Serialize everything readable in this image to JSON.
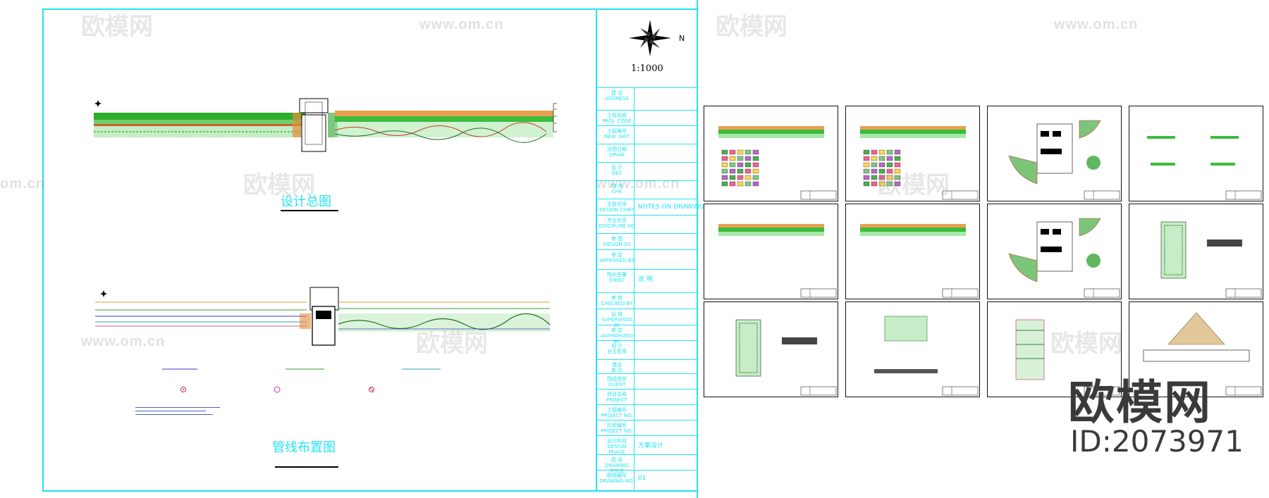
{
  "drawing": {
    "title_plan": "设计总图",
    "title_pipeline": "管线布置图",
    "scale": "1:1000",
    "north": "N"
  },
  "titleblock": {
    "rows": [
      {
        "label": "建  设\nADDRESS"
      },
      {
        "label": "工程名称\nPROJ. CODE"
      },
      {
        "label": "工程编号\nNEW. SHIT"
      },
      {
        "label": "出图日期\nDRAW"
      },
      {
        "label": "设  计\nDES"
      },
      {
        "label": "校  对\nCHK"
      },
      {
        "label": "主管总师\nDESIGN CHIEF",
        "value": "NOTES ON DRAWING"
      },
      {
        "label": "专业负责\nDISCIPLINE HD"
      },
      {
        "label": "审  图\nDESIGN SU"
      },
      {
        "label": "审  定\nAPPROVED BY"
      },
      {
        "label": "院长签署\nDIREC",
        "value": "说  明"
      },
      {
        "label": "审  核\nCHECKED BY"
      },
      {
        "label": "设  核\nSUPERVISED BY"
      },
      {
        "label": "审  定\nAUTHORIZED BY"
      },
      {
        "label": "设  计\n业主签章"
      },
      {
        "label": "建设\n单  位"
      },
      {
        "label": "图纸类别\nCLIENT"
      },
      {
        "label": "项目名称\nPROJECT"
      },
      {
        "label": "工程编号\nPROJECT NO."
      },
      {
        "label": "阶段编号\nPROJECT NO."
      },
      {
        "label": "设计阶段\nDESIGN PHASE",
        "value": "方案设计"
      },
      {
        "label": "图  名\nDRAWING\nTITLE"
      },
      {
        "label": "图纸编号\nDRAWING NO.",
        "value": "01"
      }
    ]
  },
  "watermark": {
    "brand_cn": "欧模网",
    "url": "www.om.cn",
    "domain": "om.cn",
    "brand_large": "欧模网",
    "id_label": "ID:2073971"
  },
  "thumbnails": {
    "count": 12
  }
}
